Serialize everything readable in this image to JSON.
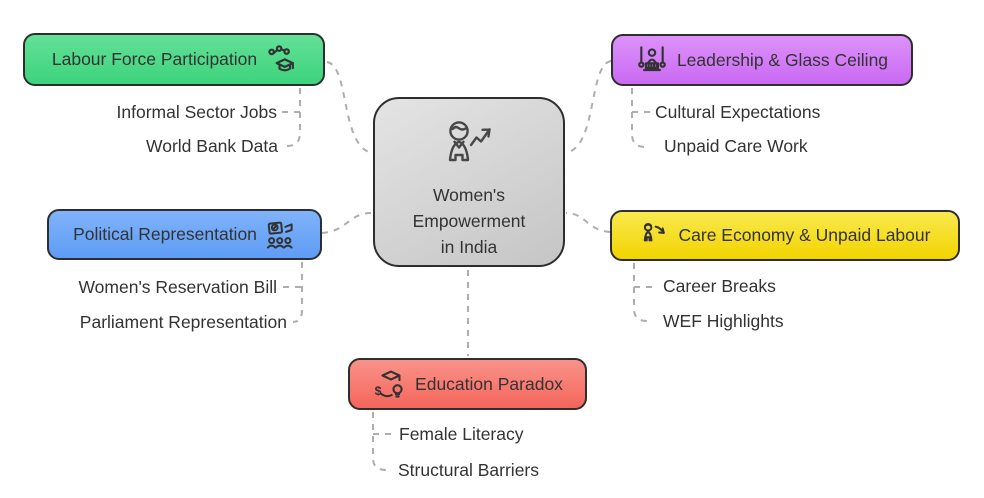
{
  "diagram": {
    "type": "mindmap",
    "title": "Women's Empowerment in India",
    "line_color": "#aeaeae",
    "border_color": "#2e2e2e",
    "text_color": "#333333",
    "center": {
      "label": "Women's\nEmpowerment\nin India",
      "icon": "woman-growth-arrow-icon",
      "fill": "#d5d5d5"
    },
    "branches": [
      {
        "label": "Labour Force Participation",
        "icon": "skills-graduation-cap-icon",
        "color": "#4fd989",
        "side": "left-top",
        "children": [
          "Informal Sector Jobs",
          "World Bank Data"
        ]
      },
      {
        "label": "Political Representation",
        "icon": "crowd-placard-icon",
        "color": "#6ea7f7",
        "side": "left-middle",
        "children": [
          "Women's Reservation Bill",
          "Parliament Representation"
        ]
      },
      {
        "label": "Leadership & Glass Ceiling",
        "icon": "podium-leader-icon",
        "color": "#d37ef6",
        "side": "right-top",
        "children": [
          "Cultural Expectations",
          "Unpaid Care Work"
        ]
      },
      {
        "label": "Care Economy & Unpaid Labour",
        "icon": "woman-decline-arrow-icon",
        "color": "#f5dc1e",
        "side": "right-middle",
        "children": [
          "Career Breaks",
          "WEF Highlights"
        ]
      },
      {
        "label": "Education Paradox",
        "icon": "graduation-dollar-bulb-icon",
        "color": "#f87c72",
        "side": "bottom-center",
        "children": [
          "Female Literacy",
          "Structural Barriers"
        ]
      }
    ]
  }
}
